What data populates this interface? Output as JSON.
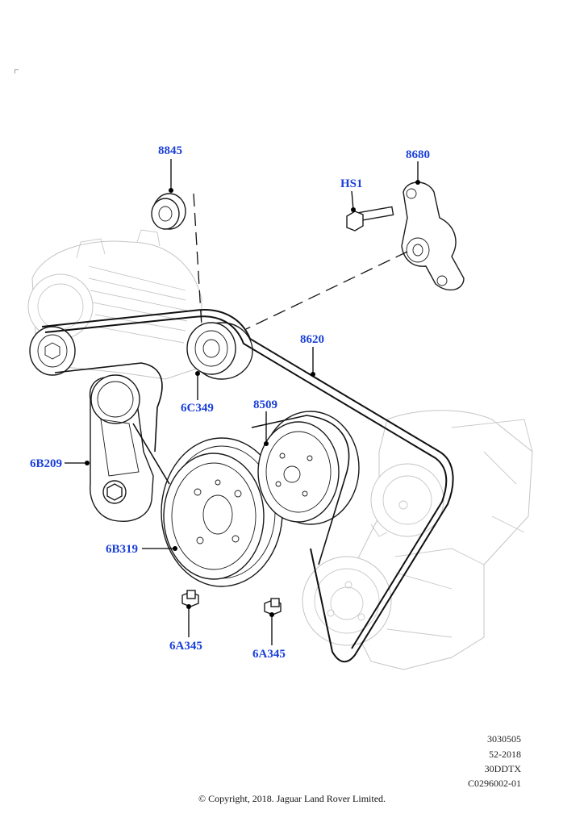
{
  "callouts": {
    "p8845": "8845",
    "p8680": "8680",
    "hs1": "HS1",
    "p8620": "8620",
    "p6c349": "6C349",
    "p8509": "8509",
    "p6b209": "6B209",
    "p6b319": "6B319",
    "p6a345_left": "6A345",
    "p6a345_right": "6A345"
  },
  "footer": {
    "code1": "3030505",
    "code2": "52-2018",
    "code3": "30DDTX",
    "code4": "C0296002-01",
    "copyright": "© Copyright, 2018. Jaguar Land Rover Limited."
  }
}
